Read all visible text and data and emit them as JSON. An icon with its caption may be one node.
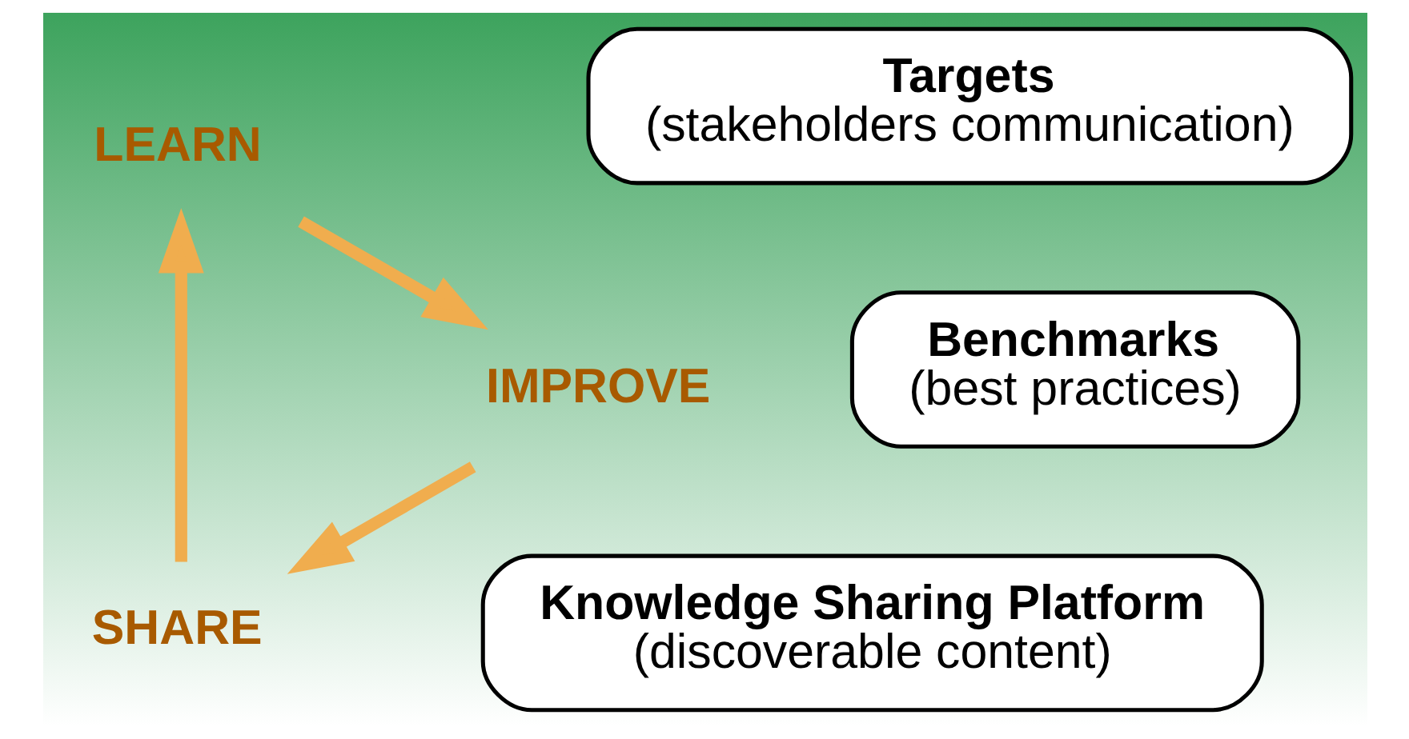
{
  "diagram": {
    "nodes": [
      {
        "text": [
          "SHARE"
        ]
      },
      {
        "text": [
          "Targets",
          "(stakeholders communication)"
        ]
      },
      {
        "text": [
          "Benchmarks",
          "(best practices)"
        ]
      },
      {
        "text": [
          "IMPROVE"
        ]
      },
      {
        "text": [
          "Knowledge Sharing Platform",
          "(discoverable content)"
        ]
      },
      {
        "text": [
          "LEARN"
        ]
      }
    ],
    "edges": [
      {
        "from": 0,
        "to": 5,
        "arrow": "to"
      },
      {
        "from": 5,
        "to": 3,
        "arrow": "to"
      },
      {
        "from": 3,
        "to": 0,
        "arrow": "to"
      }
    ]
  }
}
